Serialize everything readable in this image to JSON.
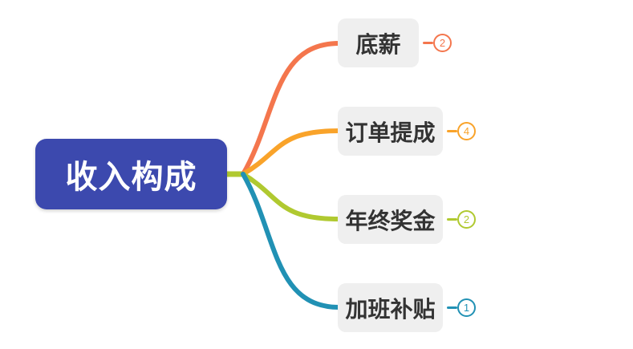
{
  "root": {
    "label": "收入构成",
    "fill": "#3C49AE",
    "text_color": "#FFFFFF"
  },
  "connector": {
    "stub_color": "#B0C930"
  },
  "branches": [
    {
      "label": "底薪",
      "count": "2",
      "color": "#F4764D"
    },
    {
      "label": "订单提成",
      "count": "4",
      "color": "#F9A32A"
    },
    {
      "label": "年终奖金",
      "count": "2",
      "color": "#B0C930"
    },
    {
      "label": "加班补贴",
      "count": "1",
      "color": "#2191B4"
    }
  ],
  "styles": {
    "background": "#FFFFFF",
    "node_fill": "#EFEFEF",
    "node_text": "#333333"
  }
}
